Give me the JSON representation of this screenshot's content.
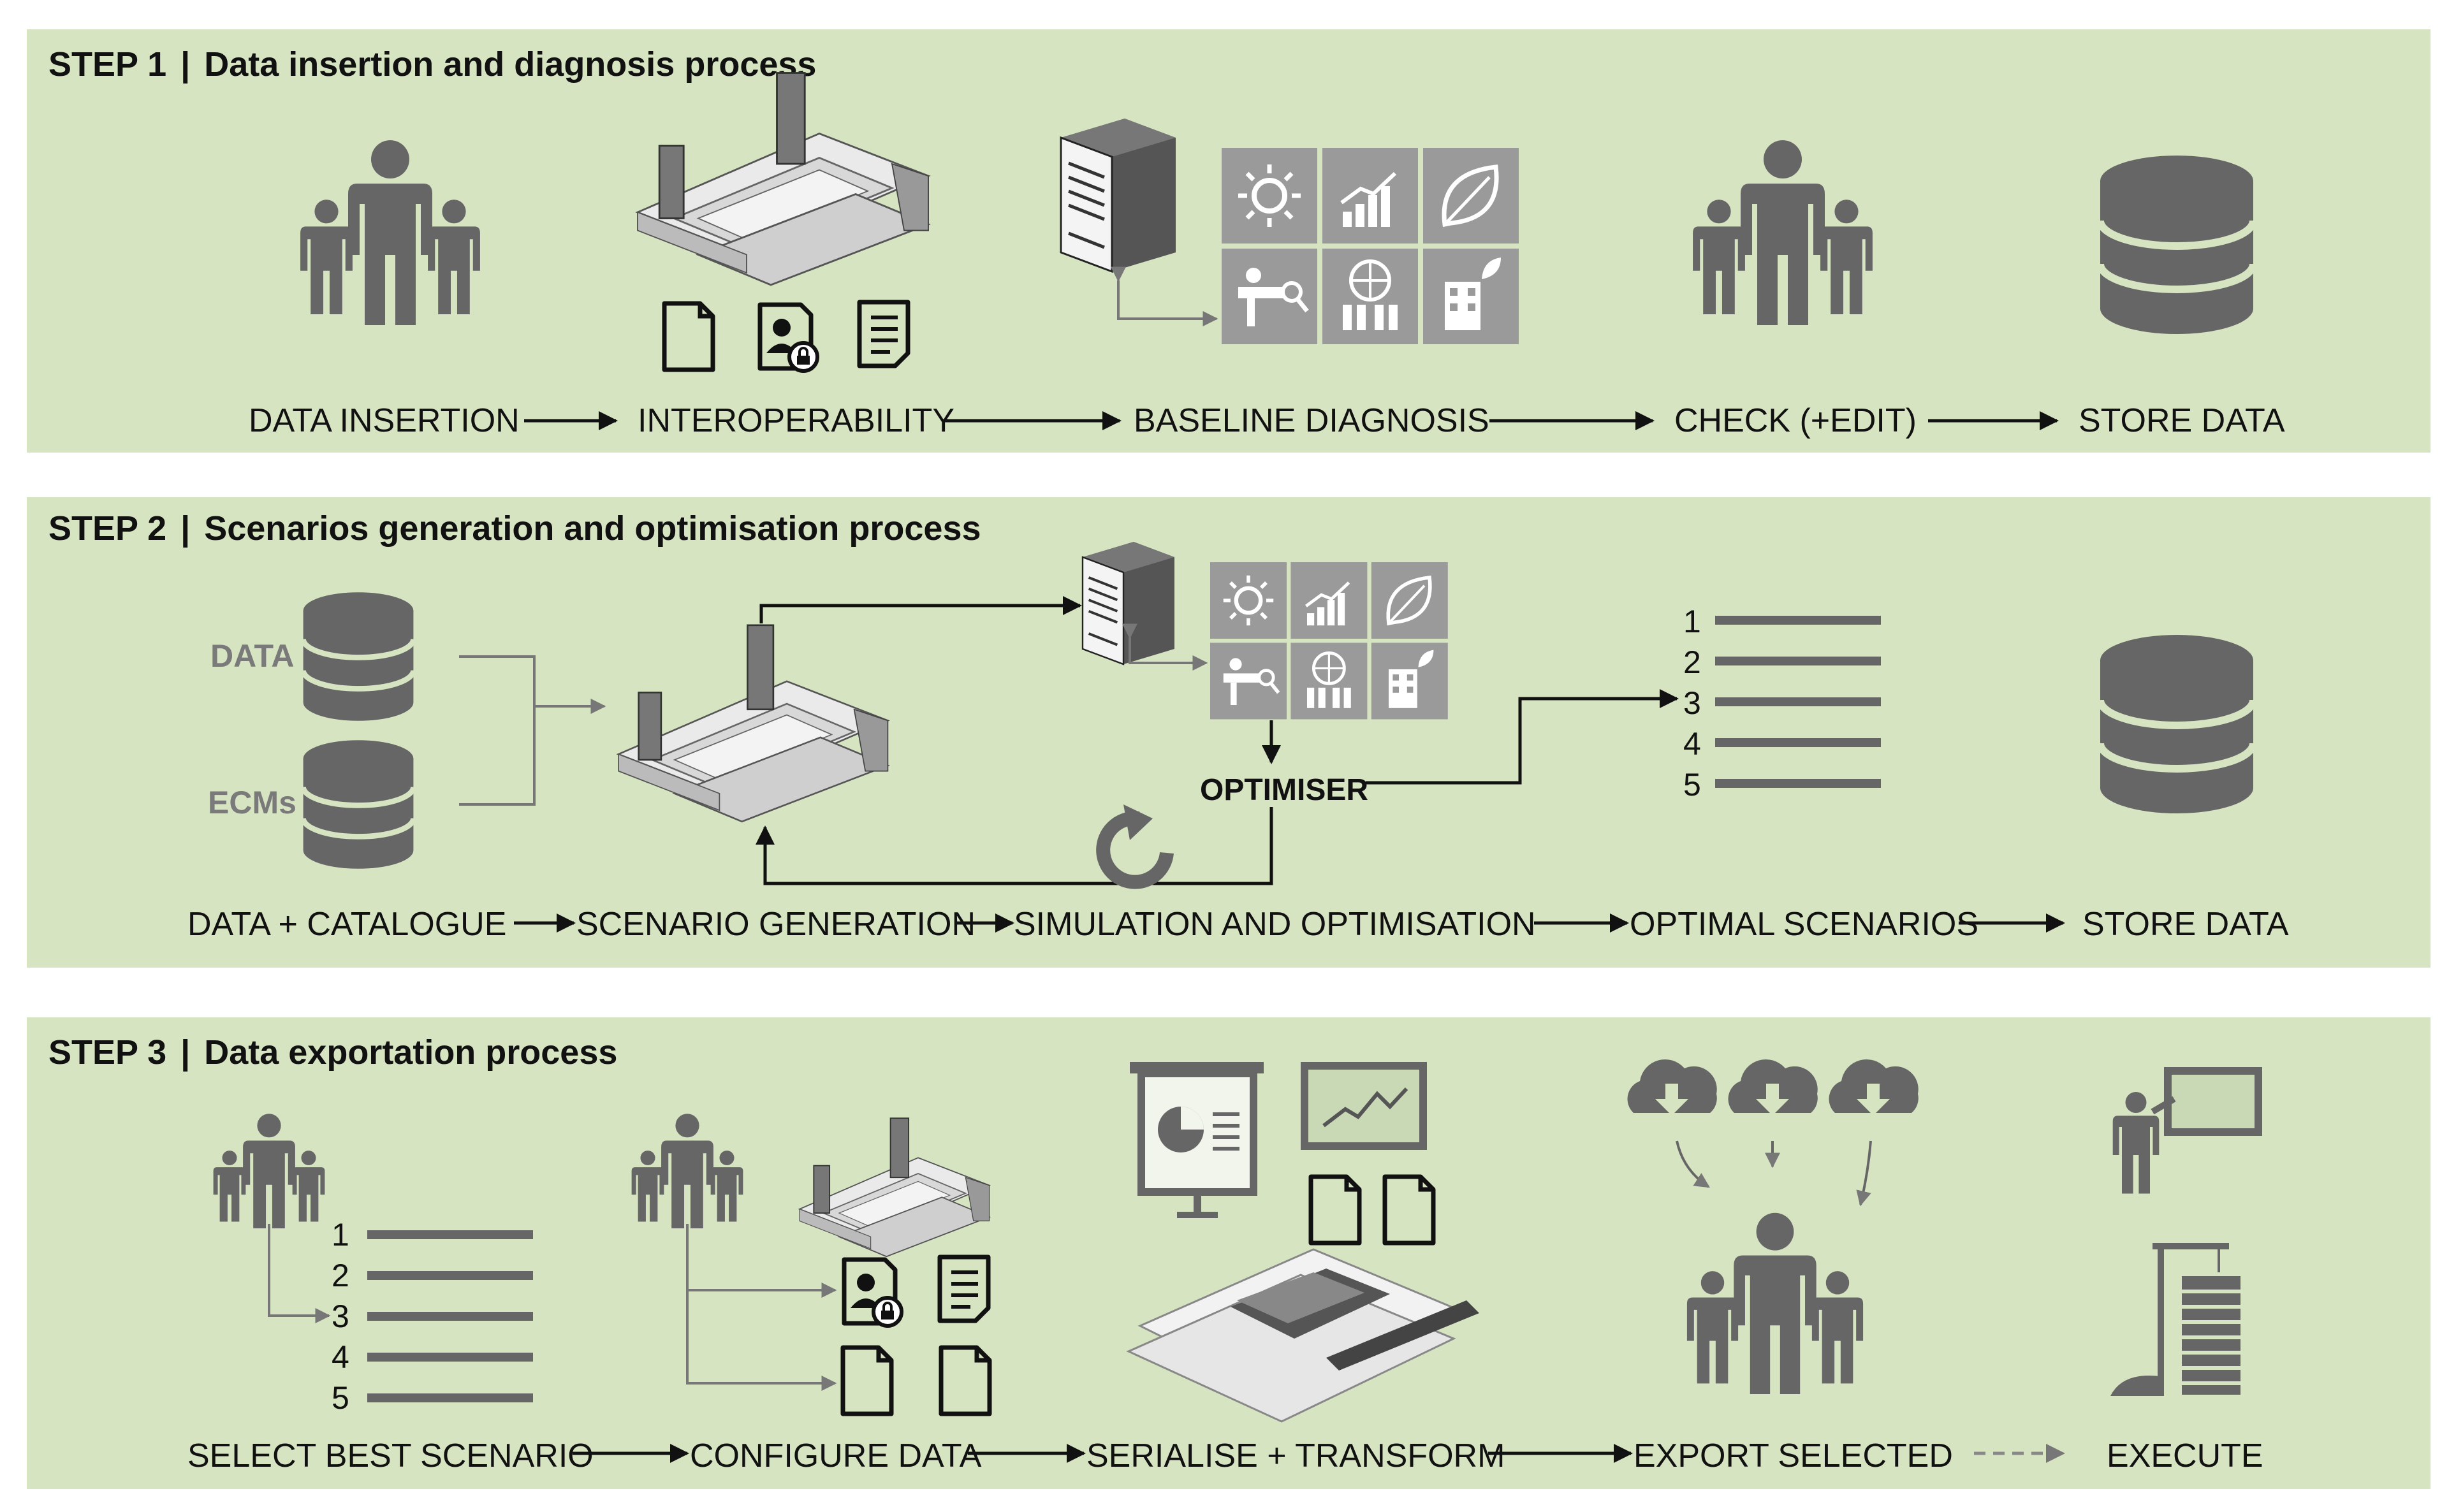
{
  "step1": {
    "step_label": "STEP 1",
    "separator": "|",
    "title": "Data insertion and diagnosis process",
    "flow": [
      "DATA INSERTION",
      "INTEROPERABILITY",
      "BASELINE DIAGNOSIS",
      "CHECK (+EDIT)",
      "STORE DATA"
    ]
  },
  "step2": {
    "step_label": "STEP 2",
    "separator": "|",
    "title": "Scenarios generation and optimisation process",
    "db_labels": [
      "DATA",
      "ECMs"
    ],
    "optimiser_label": "OPTIMISER",
    "ranking": [
      "1",
      "2",
      "3",
      "4",
      "5"
    ],
    "flow": [
      "DATA + CATALOGUE",
      "SCENARIO GENERATION",
      "SIMULATION AND OPTIMISATION",
      "OPTIMAL SCENARIOS",
      "STORE DATA"
    ]
  },
  "step3": {
    "step_label": "STEP 3",
    "separator": "|",
    "title": "Data exportation process",
    "ranking": [
      "1",
      "2",
      "3",
      "4",
      "5"
    ],
    "flow": [
      "SELECT BEST SCENARIO",
      "CONFIGURE DATA",
      "SERIALISE + TRANSFORM",
      "EXPORT SELECTED",
      "EXECUTE"
    ]
  },
  "colors": {
    "panel": "#d6e4c2",
    "icon": "#666666",
    "tile": "#9a9a9a",
    "text": "#111111",
    "arrow": "#111111"
  }
}
